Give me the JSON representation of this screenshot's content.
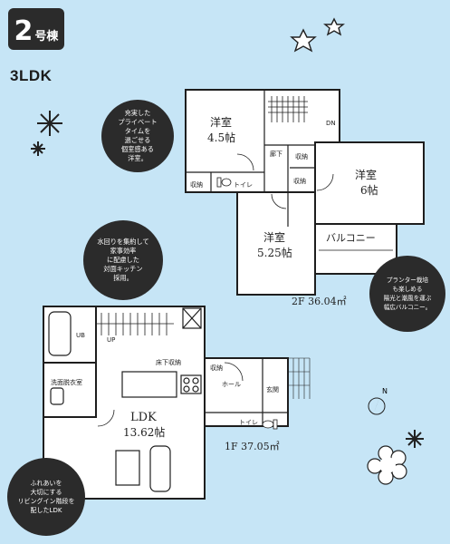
{
  "unit_badge": {
    "number": "2",
    "suffix": "号棟"
  },
  "layout_type": "3LDK",
  "floor2": {
    "area_label": "2F 36.04㎡",
    "rooms": {
      "western_a_name": "洋室",
      "western_a_size": "4.5帖",
      "western_b_name": "洋室",
      "western_b_size": "6帖",
      "western_c_name": "洋室",
      "western_c_size": "5.25帖",
      "hallway": "廊下",
      "balcony": "バルコニー",
      "storage_1": "収納",
      "storage_2": "収納",
      "storage_3": "収納",
      "toilet": "トイレ",
      "stairs_dn": "DN"
    }
  },
  "floor1": {
    "area_label": "1F 37.05㎡",
    "rooms": {
      "ldk_name": "LDK",
      "ldk_size": "13.62帖",
      "ub": "UB",
      "washroom": "洗面脱衣室",
      "hall": "ホール",
      "entrance": "玄関",
      "storage": "収納",
      "floor_storage": "床下収納",
      "toilet": "トイレ",
      "up": "UP"
    }
  },
  "callouts": {
    "private": "充実した\nプライベート\nタイムを\n過ごせる\n個室感ある\n洋室。",
    "kitchen": "水回りを集約して\n家事効率\nに配慮した\n対面キッチン\n採用。",
    "balcony": "プランター栽培\nも楽しめる\n陽光と潮風を運ぶ\n幅広バルコニー。",
    "living": "ふれあいを\n大切にする\nリビングイン階段を\n配したLDK"
  },
  "compass": {
    "north": "N"
  },
  "colors": {
    "background": "#c6e5f6",
    "bubble": "#2b2b2b",
    "wall": "#1e1e1e"
  }
}
